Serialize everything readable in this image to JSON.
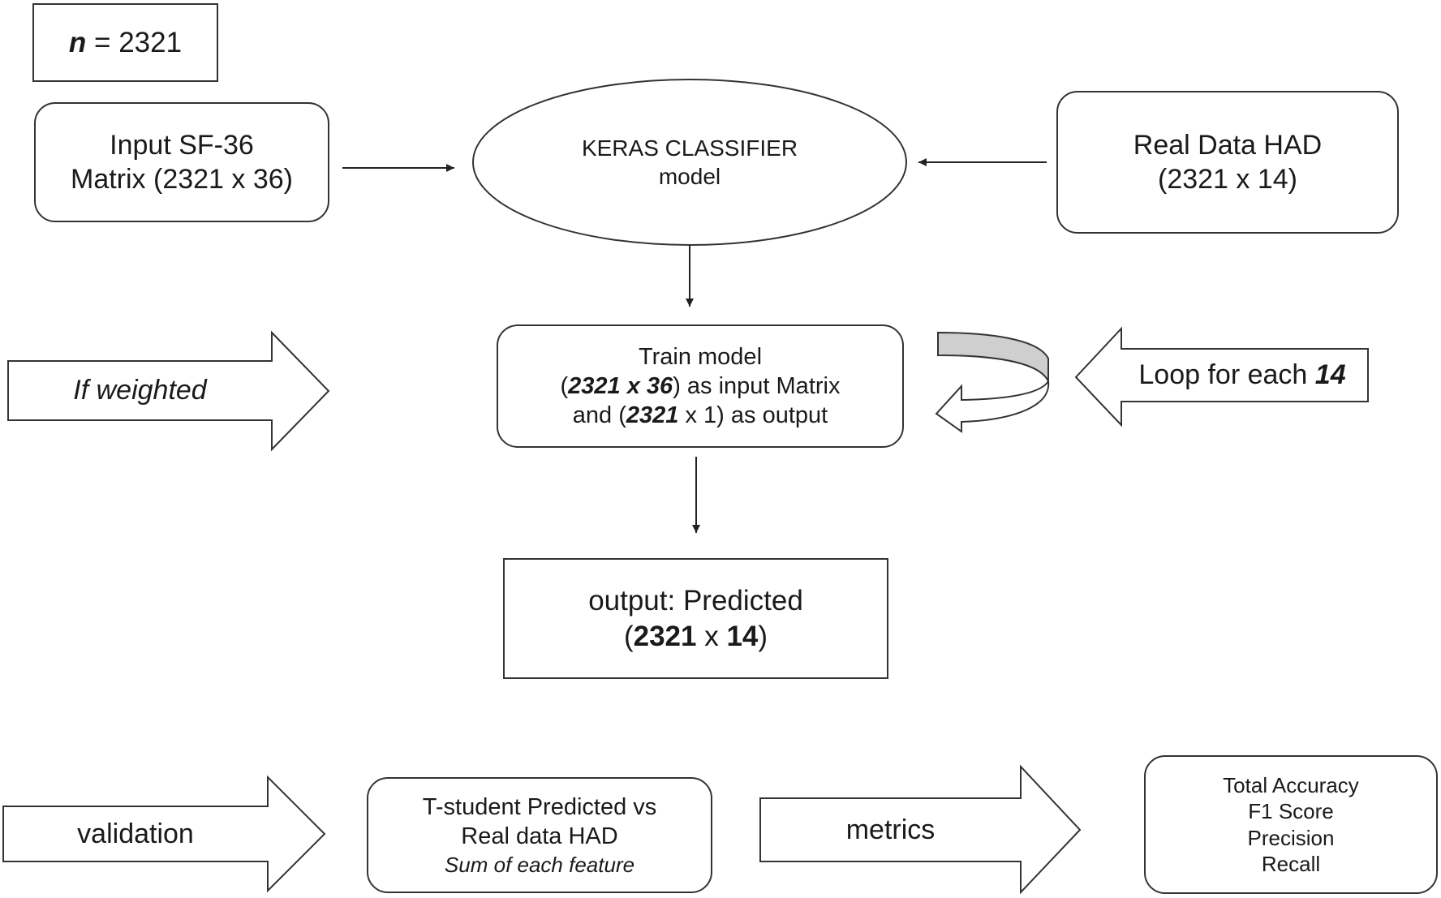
{
  "n_box": {
    "var": "n",
    "eq": " = 2321"
  },
  "input_box": {
    "line1": "Input SF-36",
    "line2": "Matrix (2321 x 36)"
  },
  "keras": {
    "line1": "KERAS CLASSIFIER",
    "line2": "model"
  },
  "real_data": {
    "line1": "Real Data HAD",
    "line2": "(2321 x 14)"
  },
  "if_weighted": "If weighted",
  "train": {
    "line1": "Train model",
    "l2_open": "(",
    "l2_bold": "2321 x 36",
    "l2_rest": ") as input Matrix",
    "l3_open": "and (",
    "l3_bold": "2321",
    "l3_rest": " x 1) as output"
  },
  "loop": {
    "text": "Loop for each ",
    "bold": "14"
  },
  "output": {
    "line1": "output: Predicted",
    "l2_open": "(",
    "l2_a": "2321",
    "l2_mid": " x ",
    "l2_b": "14",
    "l2_close": ")"
  },
  "validation": "validation",
  "tstudent": {
    "line1": "T-student  Predicted vs",
    "line2": "Real data HAD",
    "line3": "Sum of each feature"
  },
  "metrics_arrow": "metrics",
  "metrics_list": [
    "Total Accuracy",
    "F1 Score",
    "Precision",
    "Recall"
  ],
  "colors": {
    "stroke": "#333333",
    "loop_band": "#cfcfcf",
    "background": "#ffffff"
  }
}
